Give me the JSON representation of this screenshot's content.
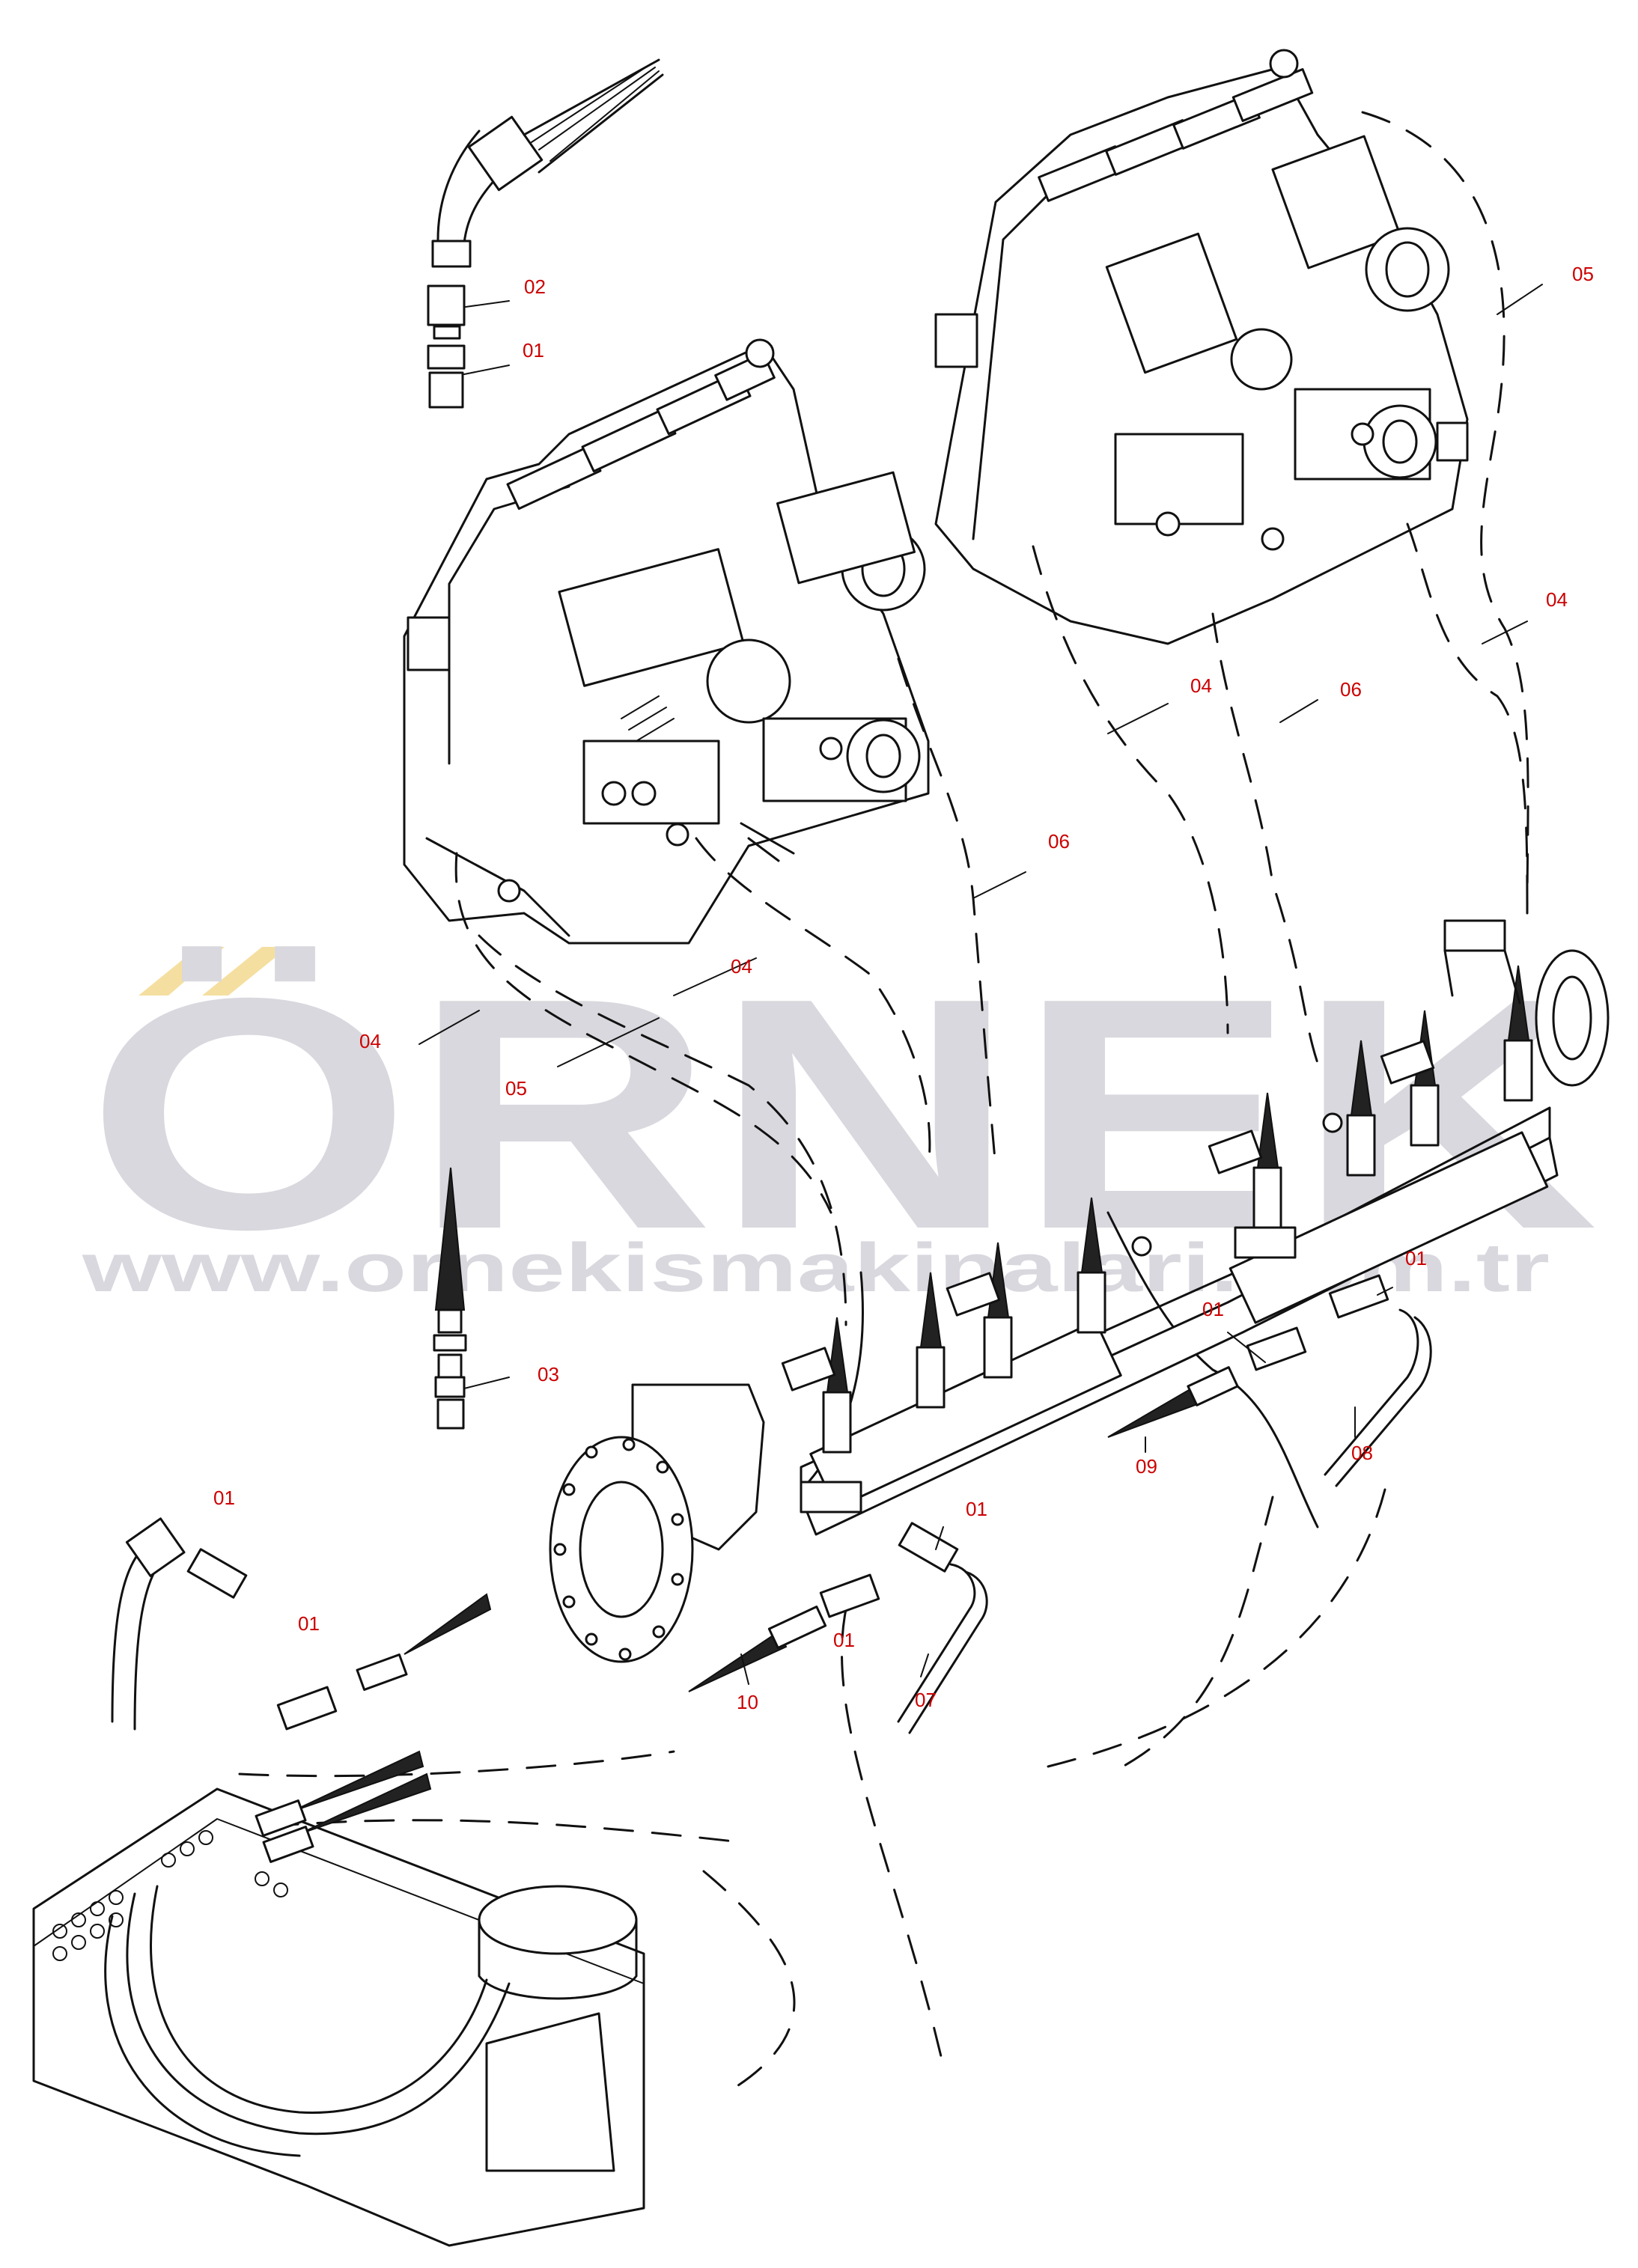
{
  "callouts": {
    "c01a": "01",
    "c02": "02",
    "c05a": "05",
    "c04a": "04",
    "c06a": "06",
    "c04b": "04",
    "c06b": "06",
    "c04c": "04",
    "c04d": "04",
    "c05b": "05",
    "c03": "03",
    "c01b": "01",
    "c01c": "01",
    "c01d": "01",
    "c01e": "01",
    "c01f": "01",
    "c01g": "01",
    "c09": "09",
    "c08": "08",
    "c10": "10",
    "c07": "07"
  },
  "watermark": {
    "brand": "ÖRNEK",
    "url": "www.ornekismakinalari.com.tr"
  },
  "colors": {
    "callout": "#cc0000",
    "ink": "#111111",
    "watermark_gray": "#d9d8de",
    "watermark_accent": "#f5dfa0"
  }
}
